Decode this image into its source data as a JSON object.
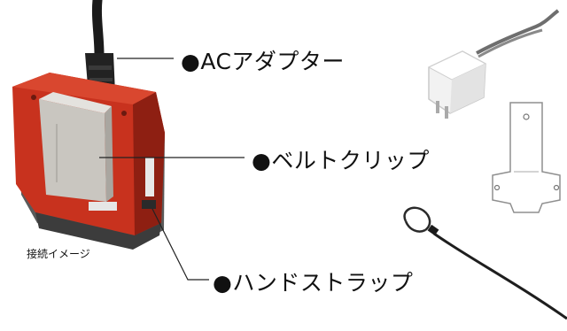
{
  "callouts": {
    "ac_adapter": "●ACアダプター",
    "belt_clip": "●ベルトクリップ",
    "hand_strap": "●ハンドストラップ"
  },
  "caption": "接続イメージ",
  "colors": {
    "device_body": "#c8321e",
    "device_dark": "#8e1f12",
    "clip_metal": "#c9c6c0",
    "cable": "#1b1b1b",
    "adapter_white": "#f2f2f2"
  },
  "icons": [
    "ac-adapter-image",
    "belt-clip-image",
    "hand-strap-image",
    "device-image"
  ]
}
